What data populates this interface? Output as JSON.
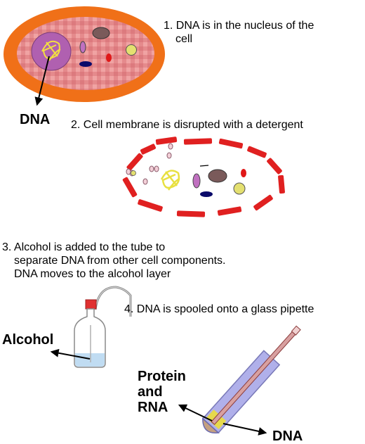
{
  "steps": {
    "step1": [
      "1. DNA is in the nucleus of the",
      "cell"
    ],
    "step2": "2. Cell membrane  is disrupted with a detergent",
    "step3": [
      "3. Alcohol is added to the tube to",
      "separate DNA from other cell components.",
      "DNA moves to the alcohol layer"
    ],
    "step4": "4. DNA is spooled onto a glass pipette"
  },
  "labels": {
    "dna_top": "DNA",
    "alcohol": "Alcohol",
    "protein_rna": [
      "Protein",
      "and",
      "RNA"
    ],
    "dna_bottom": "DNA"
  },
  "colors": {
    "membrane": "#f07018",
    "cytoplasm": "#e58a8c",
    "nucleus": "#b060b0",
    "membrane_fragments": "#e02020",
    "tube_cap": "#e03030",
    "alcohol_layer": "#c0dcf2",
    "test_tube": "#a8a8e8",
    "dna_strand": "#f0e030"
  }
}
